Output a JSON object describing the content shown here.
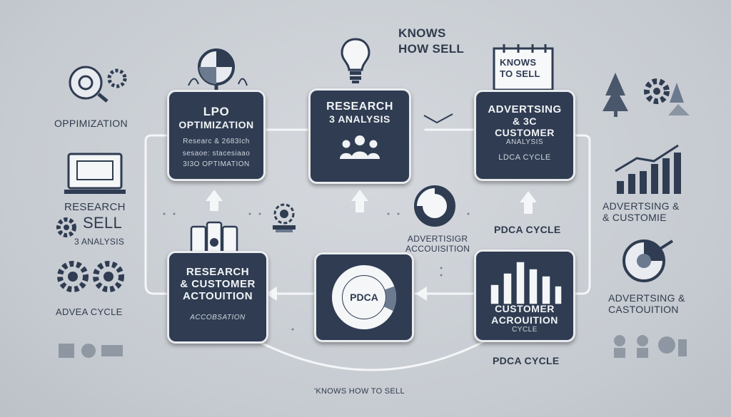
{
  "header": {
    "line1": "KNOWS",
    "line2": "HOW SELL"
  },
  "notepad": {
    "line1": "KNOWS",
    "line2": "TO SELL"
  },
  "boxes": {
    "lpo": {
      "title1": "LPO",
      "title2": "OPTIMIZATION",
      "sub1": "Researc & 2683Ich",
      "sub2": "sesaoe: stacesiaao",
      "sub3": "3I3O OPTIMATION"
    },
    "research": {
      "title1": "RESEARCH",
      "title2": "3 ANALYSIS"
    },
    "advertising": {
      "title1": "ADVERTSING",
      "title2": "& 3C",
      "title3": "CUSTOMER",
      "sub1": "ANALYSIS",
      "sub2": "LDCA CYCLE"
    },
    "customer": {
      "title1": "RESEARCH",
      "title2": "& CUSTOMER",
      "title3": "ACTOUITION",
      "sub1": "ACCOBSATION"
    },
    "pdca": {
      "label": "PDCA"
    },
    "acquisition": {
      "title1": "CUSTOMER",
      "title2": "ACROUITION",
      "sub1": "CYCLE"
    }
  },
  "labels": {
    "pdca_mid": "PDCA CYCLE",
    "advert_acq1": "ADVERTISIGR",
    "advert_acq2": "ACCOUISITION",
    "pdca_bottom": "PDCA CYCLE",
    "footer": "'KNOWS HOW TO SELL"
  },
  "left": {
    "optimization": "OPPIMIZATION",
    "research": "RESEARCH",
    "sell": "SELL",
    "analysis": "3 ANALYSIS",
    "cycle": "ADVEA CYCLE"
  },
  "right": {
    "adv1a": "ADVERTSING &",
    "adv1b": "& CUSTOMIE",
    "adv2a": "ADVERTSING &",
    "adv2b": "CASTOUITION"
  },
  "colors": {
    "box": "#2f3c52",
    "border": "#e9ecef",
    "background": "#c6cbd1",
    "text": "#303b4d"
  }
}
